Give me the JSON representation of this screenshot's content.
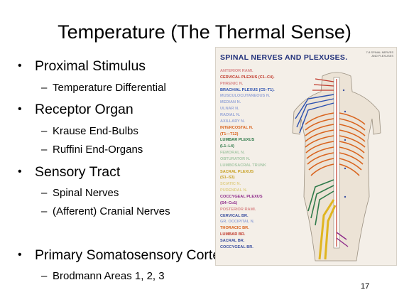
{
  "slide": {
    "title": "Temperature (The Thermal Sense)",
    "page_number": "17"
  },
  "bullets": [
    {
      "label": "Proximal Stimulus",
      "subs": [
        "Temperature Differential"
      ]
    },
    {
      "label": "Receptor Organ",
      "subs": [
        "Krause End-Bulbs",
        "Ruffini End-Organs"
      ]
    },
    {
      "label": "Sensory Tract",
      "subs": [
        "Spinal Nerves",
        "(Afferent) Cranial Nerves"
      ]
    },
    {
      "label": "Primary Somatosensory Cortex",
      "subs": [
        "Brodmann Areas 1, 2, 3"
      ]
    }
  ],
  "figure": {
    "title": "SPINAL NERVES AND PLEXUSES.",
    "corner_text": "7-8 SPINAL NERVES AND PLEXUSES",
    "labels": [
      {
        "text": "ANTERIOR RAMI.",
        "color": "#d98a8a"
      },
      {
        "text": "CERVICAL PLEXUS (C1–C4).",
        "color": "#c0392b"
      },
      {
        "text": "PHRENIC N.",
        "color": "#d98a8a"
      },
      {
        "text": "BRACHIAL PLEXUS (C5–T1).",
        "color": "#2a4fb0"
      },
      {
        "text": "MUSCULOCUTANEOUS N.",
        "color": "#9aa8d8"
      },
      {
        "text": "MEDIAN N.",
        "color": "#9aa8d8"
      },
      {
        "text": "ULNAR N.",
        "color": "#9aa8d8"
      },
      {
        "text": "RADIAL N.",
        "color": "#9aa8d8"
      },
      {
        "text": "AXILLARY N.",
        "color": "#9aa8d8"
      },
      {
        "text": "INTERCOSTAL N.",
        "color": "#d9641e"
      },
      {
        "text": "(T1—T12)",
        "color": "#d9641e"
      },
      {
        "text": "LUMBAR PLEXUS",
        "color": "#2f7a4a"
      },
      {
        "text": "(L1–L4)",
        "color": "#2f7a4a"
      },
      {
        "text": "FEMORAL N.",
        "color": "#a8c8a8"
      },
      {
        "text": "OBTURATOR N.",
        "color": "#a8c8a8"
      },
      {
        "text": "LUMBOSACRAL TRUNK",
        "color": "#a8c8a8"
      },
      {
        "text": "SACRAL PLEXUS",
        "color": "#c9a227"
      },
      {
        "text": "(S1–S3)",
        "color": "#c9a227"
      },
      {
        "text": "SCIATIC N.",
        "color": "#e0cf8a"
      },
      {
        "text": "PUDENDAL N.",
        "color": "#e0cf8a"
      },
      {
        "text": "COCCYGEAL PLEXUS",
        "color": "#8e2a8a"
      },
      {
        "text": "(S4–Co1)",
        "color": "#8e2a8a"
      },
      {
        "text": "POSTERIOR RAMI.",
        "color": "#d98a8a"
      },
      {
        "text": "CERVICAL BR.",
        "color": "#3a4fa0"
      },
      {
        "text": "GR. OCCIPITAL N.",
        "color": "#9aa8d8"
      },
      {
        "text": "THORACIC BR.",
        "color": "#d9641e"
      },
      {
        "text": "LUMBAR BR.",
        "color": "#c0392b"
      },
      {
        "text": "SACRAL BR.",
        "color": "#3a4fa0"
      },
      {
        "text": "COCCYGEAL BR.",
        "color": "#3a4fa0"
      }
    ]
  }
}
